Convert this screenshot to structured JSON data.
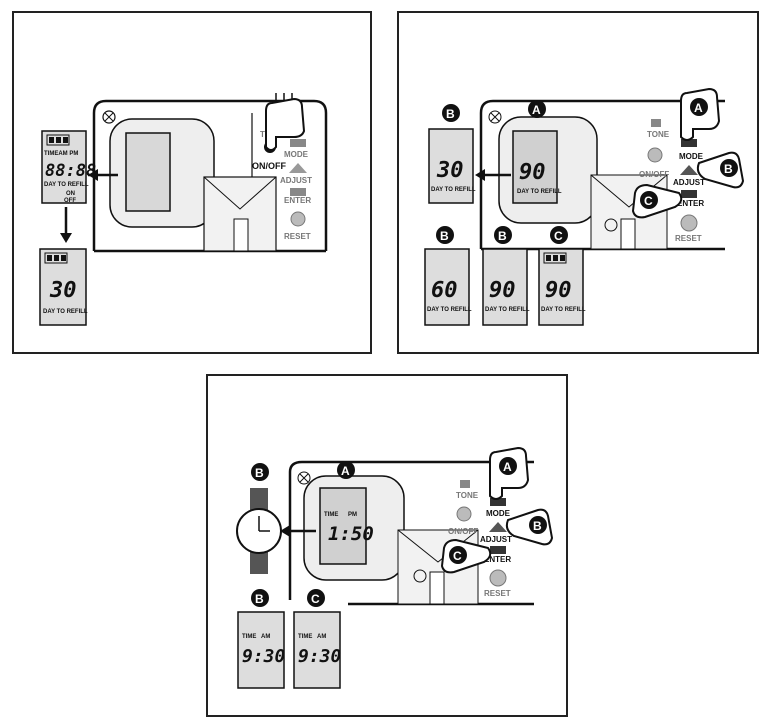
{
  "controls": {
    "tone": "TONE",
    "on_off": "ON/OFF",
    "mode": "MODE",
    "adjust": "ADJUST",
    "enter": "ENTER",
    "reset": "RESET"
  },
  "lcd": {
    "blank_digits": "88:88",
    "time_am_pm": "TIMEAM PM",
    "time_label": "TIME",
    "am_label": "AM",
    "pm_label": "PM",
    "day_to_refill": "DAY TO REFILL",
    "on_label": "ON",
    "off_label": "OFF"
  },
  "labels": {
    "a": "A",
    "b": "B",
    "c": "C"
  },
  "panel1": {
    "screen_value": "30"
  },
  "panel2": {
    "main_value": "90",
    "value_b1": "30",
    "value_b2": "60",
    "value_b3": "90",
    "value_c": "90"
  },
  "panel3": {
    "main_value": "1:50",
    "value_b": "9:30",
    "value_c": "9:30"
  }
}
